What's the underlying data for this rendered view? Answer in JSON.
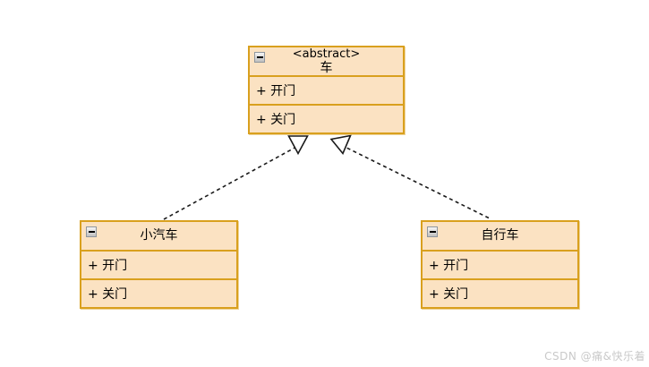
{
  "colors": {
    "box_fill": "#FBE2C2",
    "box_border": "#D9A01E",
    "connector": "#1A1A1A",
    "watermark": "#C9C9C9"
  },
  "classes": {
    "parent": {
      "stereotype": "<abstract>",
      "name": "车",
      "methods": [
        "+ 开门",
        "+ 关门"
      ]
    },
    "left_child": {
      "name": "小汽车",
      "methods": [
        "+ 开门",
        "+ 关门"
      ]
    },
    "right_child": {
      "name": "自行车",
      "methods": [
        "+ 开门",
        "+ 关门"
      ]
    }
  },
  "relations": [
    {
      "type": "realization",
      "from": "小汽车",
      "to": "车",
      "line_style": "dashed",
      "arrowhead": "hollow-triangle"
    },
    {
      "type": "realization",
      "from": "自行车",
      "to": "车",
      "line_style": "dashed",
      "arrowhead": "hollow-triangle"
    }
  ],
  "watermark": "CSDN @痛&快乐着"
}
